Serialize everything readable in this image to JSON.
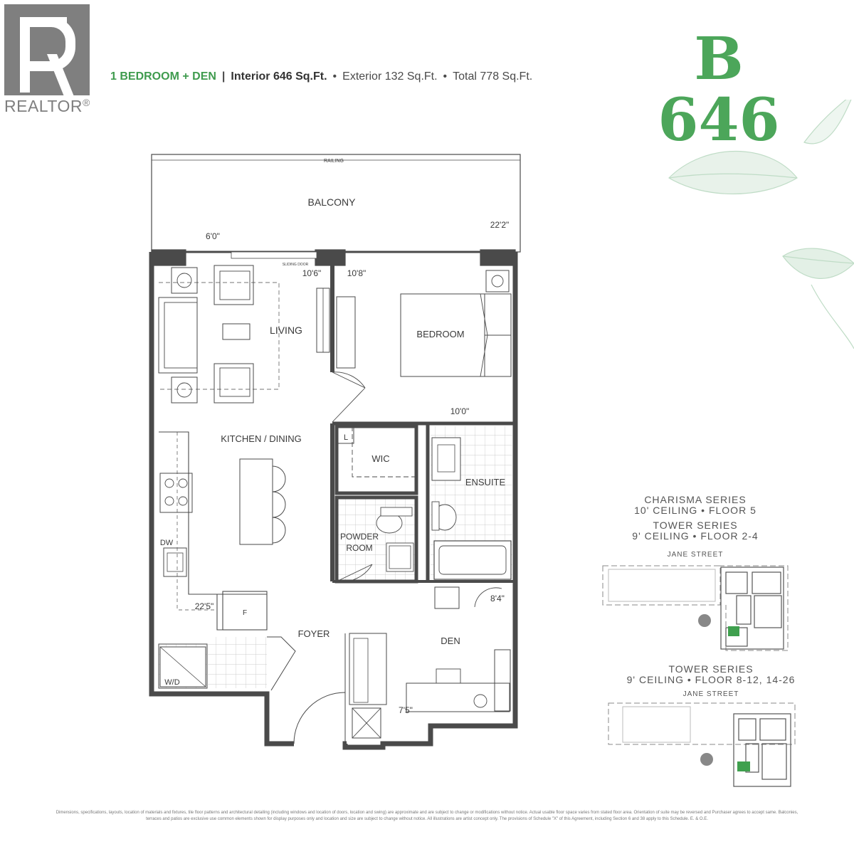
{
  "logo": {
    "text": "REALTOR",
    "registered": "®"
  },
  "header": {
    "unit_type": "1 BEDROOM + DEN",
    "interior": "Interior 646 Sq.Ft.",
    "exterior": "Exterior 132 Sq.Ft.",
    "total": "Total 778 Sq.Ft."
  },
  "suite": {
    "letter": "B",
    "number": "646"
  },
  "rooms": {
    "railing": "RAILING",
    "balcony": "BALCONY",
    "sliding_door": "SLIDING DOOR",
    "living": "LIVING",
    "bedroom": "BEDROOM",
    "kitchen_dining": "KITCHEN / DINING",
    "wic": "WIC",
    "linen": "L",
    "ensuite": "ENSUITE",
    "powder_room_1": "POWDER",
    "powder_room_2": "ROOM",
    "dw": "DW",
    "fridge": "F",
    "foyer": "FOYER",
    "den": "DEN",
    "wd": "W/D"
  },
  "dimensions": {
    "balcony_width": "6'0\"",
    "balcony_length": "22'2\"",
    "living_width": "10'6\"",
    "bedroom_width": "10'8\"",
    "bedroom_depth": "10'0\"",
    "kitchen_length": "22'5\"",
    "den_width": "8'4\"",
    "den_depth": "7'5\""
  },
  "series": [
    {
      "lines": [
        "CHARISMA SERIES",
        "10' CEILING • FLOOR 5",
        "TOWER SERIES",
        "9' CEILING • FLOOR 2-4"
      ],
      "street": "JANE STREET"
    },
    {
      "lines": [
        "TOWER SERIES",
        "9' CEILING • FLOOR 8-12, 14-26"
      ],
      "street": "JANE STREET"
    }
  ],
  "disclaimer": "Dimensions, specifications, layouts, location of materials and fixtures, tile floor patterns and architectural detailing (including windows and location of doors, location and swing) are approximate and are subject to change or modifications without notice. Actual usable floor space varies from stated floor area. Orientation of suite may be reversed and Purchaser agrees to accept same. Balconies, terraces and patios are exclusive use common elements shown for display purposes only and location and size are subject to change without notice. All illustrations are artist concept only. The provisions of Schedule \"X\" of this Agreement, including Section 6 and 38 apply to this Schedule. E. & O.E.",
  "colors": {
    "accent_green": "#4ca65a",
    "line": "#4a4a4a",
    "grey_logo": "#7f7f7f"
  }
}
